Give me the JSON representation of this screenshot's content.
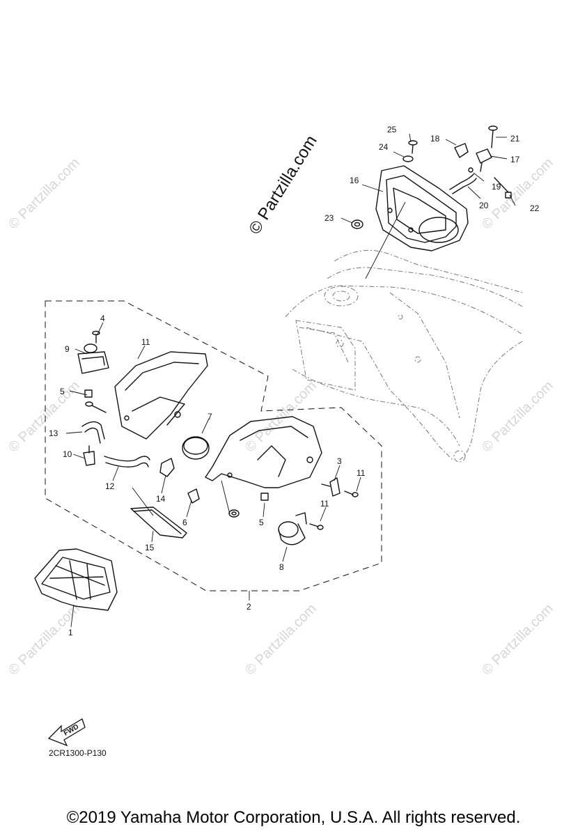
{
  "diagram": {
    "watermark": "© Partzilla.com",
    "reference_code": "2CR1300-P130",
    "fwd_label": "FWD",
    "copyright": "©2019 Yamaha Motor Corporation, U.S.A. All rights reserved.",
    "callouts": [
      {
        "id": "c25",
        "label": "25"
      },
      {
        "id": "c24",
        "label": "24"
      },
      {
        "id": "c18",
        "label": "18"
      },
      {
        "id": "c21",
        "label": "21"
      },
      {
        "id": "c17",
        "label": "17"
      },
      {
        "id": "c19",
        "label": "19"
      },
      {
        "id": "c20",
        "label": "20"
      },
      {
        "id": "c22",
        "label": "22"
      },
      {
        "id": "c16",
        "label": "16"
      },
      {
        "id": "c23",
        "label": "23"
      },
      {
        "id": "c4",
        "label": "4"
      },
      {
        "id": "c9",
        "label": "9"
      },
      {
        "id": "c11a",
        "label": "11"
      },
      {
        "id": "c5a",
        "label": "5"
      },
      {
        "id": "c7",
        "label": "7"
      },
      {
        "id": "c13",
        "label": "13"
      },
      {
        "id": "c10",
        "label": "10"
      },
      {
        "id": "c12",
        "label": "12"
      },
      {
        "id": "c14",
        "label": "14"
      },
      {
        "id": "c3",
        "label": "3"
      },
      {
        "id": "c11b",
        "label": "11"
      },
      {
        "id": "c11c",
        "label": "11"
      },
      {
        "id": "c6",
        "label": "6"
      },
      {
        "id": "c5b",
        "label": "5"
      },
      {
        "id": "c15",
        "label": "15"
      },
      {
        "id": "c8",
        "label": "8"
      },
      {
        "id": "c2",
        "label": "2"
      },
      {
        "id": "c1",
        "label": "1"
      }
    ]
  }
}
